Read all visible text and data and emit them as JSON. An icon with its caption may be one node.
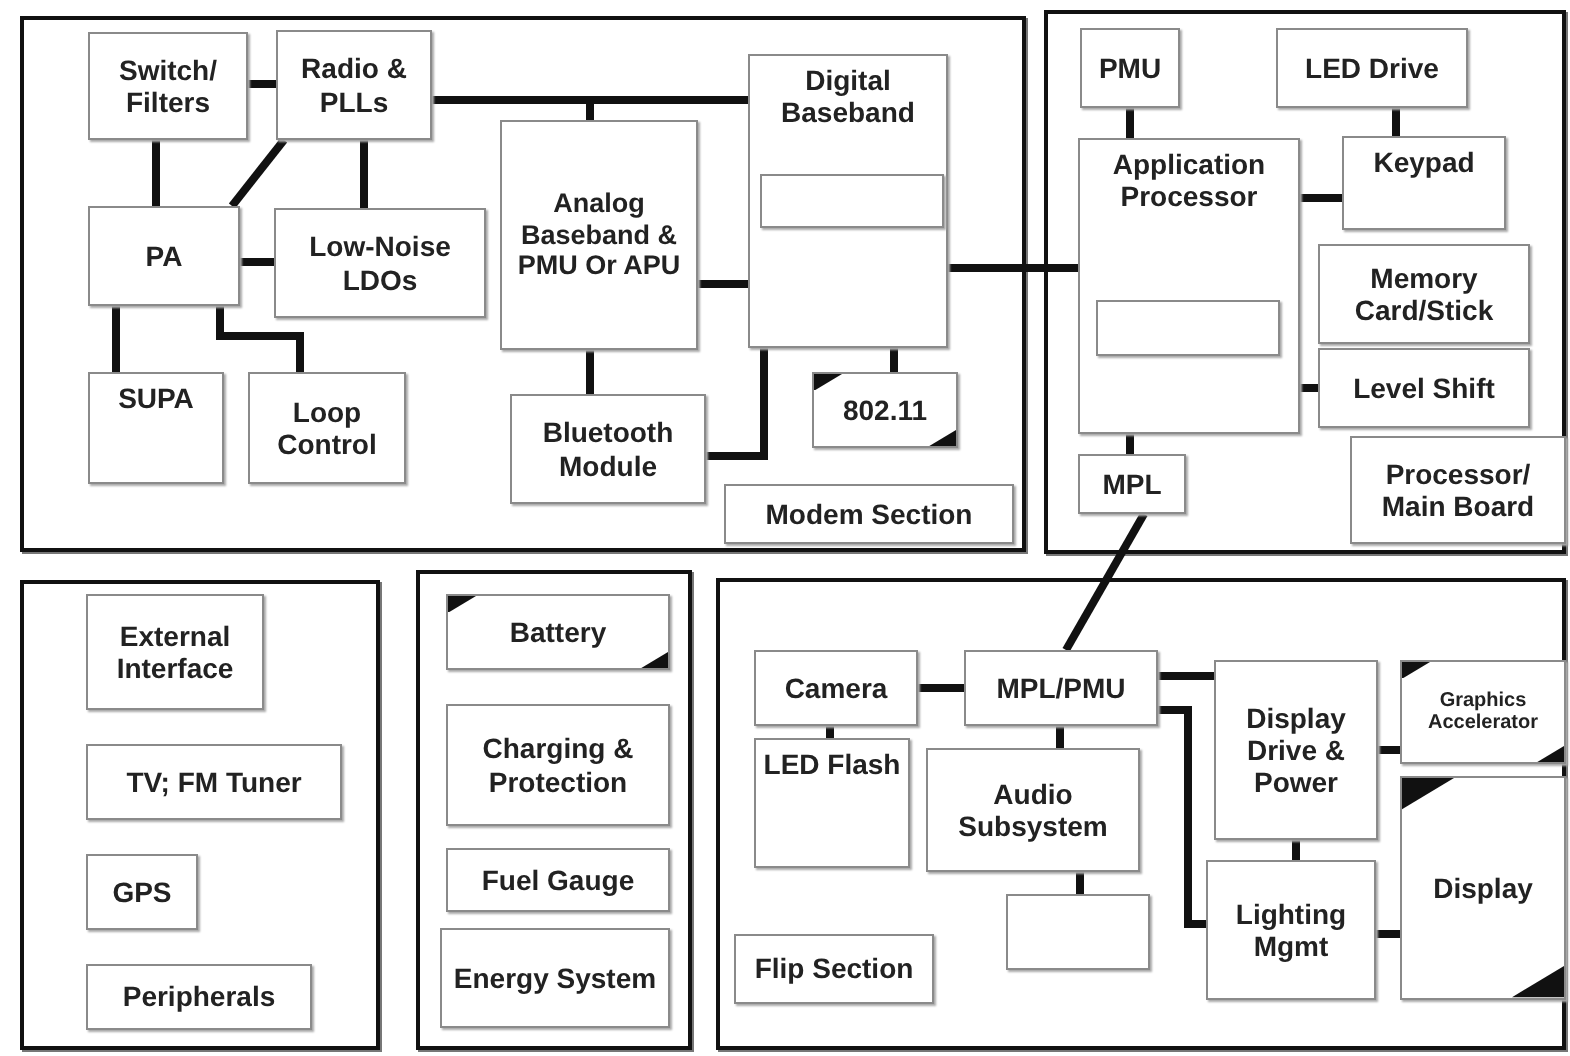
{
  "diagram": {
    "nodes": [
      {
        "text": [],
        "shape": "box"
      },
      {
        "text": [
          "Switch/ Filters"
        ],
        "in": 0
      },
      {
        "text": [
          "Radio & PLLs"
        ],
        "in": 0
      },
      {
        "text": [
          "PA"
        ],
        "in": 0
      },
      {
        "text": [
          "Low-Noise LDOs"
        ],
        "in": 0
      },
      {
        "text": [
          "SUPA"
        ],
        "in": 0
      },
      {
        "text": [
          "Loop Control"
        ],
        "in": 0
      },
      {
        "text": [
          "Analog Baseband & PMU Or APU"
        ],
        "in": 0
      },
      {
        "text": [
          "Digital Baseband"
        ],
        "in": 0
      },
      {
        "text": [],
        "shape": "box",
        "in": 8
      },
      {
        "text": [
          "Bluetooth Module"
        ],
        "in": 0
      },
      {
        "text": [
          "802.11"
        ],
        "in": 0
      },
      {
        "text": [
          "Modem Section"
        ],
        "in": 0
      },
      {
        "text": [],
        "shape": "box"
      },
      {
        "text": [
          "PMU"
        ],
        "in": 13
      },
      {
        "text": [
          "LED Drive"
        ],
        "in": 13
      },
      {
        "text": [
          "Application Processor"
        ],
        "in": 13
      },
      {
        "text": [],
        "shape": "box",
        "in": 16
      },
      {
        "text": [
          "Keypad"
        ],
        "in": 13
      },
      {
        "text": [
          "Memory Card/Stick"
        ],
        "in": 13
      },
      {
        "text": [
          "Level Shift"
        ],
        "in": 13
      },
      {
        "text": [
          "MPL"
        ],
        "in": 13
      },
      {
        "text": [
          "Processor/ Main Board"
        ],
        "in": 13
      },
      {
        "text": [],
        "shape": "box"
      },
      {
        "text": [
          "External Interface"
        ],
        "in": 23
      },
      {
        "text": [
          "TV; FM Tuner"
        ],
        "in": 23
      },
      {
        "text": [
          "GPS"
        ],
        "in": 23
      },
      {
        "text": [
          "Peripherals"
        ],
        "in": 23
      },
      {
        "text": [],
        "shape": "box"
      },
      {
        "text": [
          "Battery"
        ],
        "in": 28
      },
      {
        "text": [
          "Charging & Protection"
        ],
        "in": 28
      },
      {
        "text": [
          "Fuel Gauge"
        ],
        "in": 28
      },
      {
        "text": [
          "Energy System"
        ],
        "in": 28
      },
      {
        "text": [],
        "shape": "box"
      },
      {
        "text": [
          "Camera"
        ],
        "in": 33
      },
      {
        "text": [
          "LED Flash"
        ],
        "in": 33
      },
      {
        "text": [
          "MPL/PMU"
        ],
        "in": 33
      },
      {
        "text": [
          "Audio Subsystem"
        ],
        "in": 33
      },
      {
        "text": [],
        "shape": "box",
        "in": 33
      },
      {
        "text": [
          "Display Drive & Power"
        ],
        "in": 33
      },
      {
        "text": [
          "Graphics Accelerator"
        ],
        "in": 33
      },
      {
        "text": [
          "Lighting Mgmt"
        ],
        "in": 33
      },
      {
        "text": [
          "Display"
        ],
        "in": 33
      },
      {
        "text": [
          "Flip Section"
        ],
        "in": 33
      }
    ],
    "edges": [
      {
        "from": 1,
        "to": 2,
        "arrow": "none"
      },
      {
        "from": 2,
        "to": 8,
        "arrow": "none"
      },
      {
        "from": 2,
        "to": 7,
        "arrow": "none"
      },
      {
        "from": 1,
        "to": 3,
        "arrow": "none"
      },
      {
        "from": 2,
        "to": 3,
        "arrow": "none"
      },
      {
        "from": 2,
        "to": 4,
        "arrow": "none"
      },
      {
        "from": 3,
        "to": 4,
        "arrow": "none"
      },
      {
        "from": 3,
        "to": 5,
        "arrow": "none"
      },
      {
        "from": 3,
        "to": 6,
        "arrow": "none"
      },
      {
        "from": 7,
        "to": 8,
        "arrow": "none"
      },
      {
        "from": 7,
        "to": 10,
        "arrow": "none"
      },
      {
        "from": 10,
        "to": 8,
        "arrow": "none"
      },
      {
        "from": 8,
        "to": 11,
        "arrow": "none"
      },
      {
        "from": 8,
        "to": 16,
        "arrow": "none"
      },
      {
        "from": 14,
        "to": 16,
        "arrow": "none"
      },
      {
        "from": 15,
        "to": 18,
        "arrow": "none"
      },
      {
        "from": 16,
        "to": 18,
        "arrow": "none"
      },
      {
        "from": 16,
        "to": 20,
        "arrow": "none"
      },
      {
        "from": 16,
        "to": 21,
        "arrow": "none"
      },
      {
        "from": 21,
        "to": 36,
        "arrow": "none"
      },
      {
        "from": 34,
        "to": 36,
        "arrow": "none"
      },
      {
        "from": 34,
        "to": 35,
        "arrow": "none"
      },
      {
        "from": 36,
        "to": 37,
        "arrow": "none"
      },
      {
        "from": 37,
        "to": 38,
        "arrow": "none"
      },
      {
        "from": 36,
        "to": 39,
        "arrow": "none"
      },
      {
        "from": 36,
        "to": 41,
        "arrow": "none"
      },
      {
        "from": 39,
        "to": 40,
        "arrow": "none"
      },
      {
        "from": 39,
        "to": 41,
        "arrow": "none"
      },
      {
        "from": 41,
        "to": 42,
        "arrow": "none"
      }
    ]
  }
}
